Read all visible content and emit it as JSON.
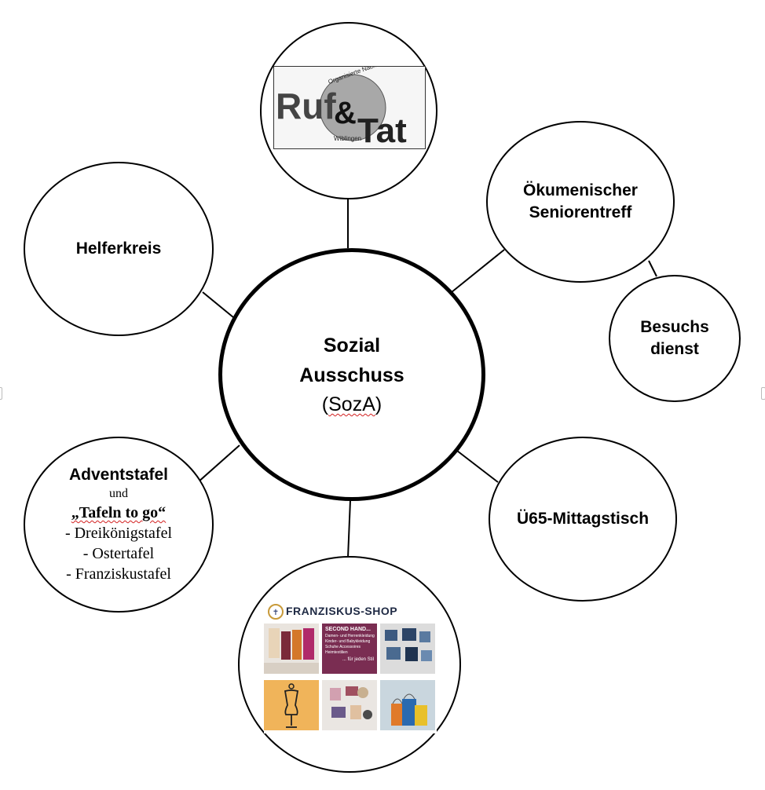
{
  "center": {
    "line1": "Sozial",
    "line2": "Ausschuss",
    "abbr": "(SozA)"
  },
  "nodes": {
    "ruf_tat": {
      "logo_main": "Ruf",
      "logo_amp": "&",
      "logo_tat": "Tat",
      "logo_arc": "Organisierte Nachbarschaftshilfe",
      "logo_place": "Wiblingen"
    },
    "senioren": {
      "line1": "Ökumenischer",
      "line2": "Seniorentreff"
    },
    "besuch": {
      "line1": "Besuchs",
      "line2": "dienst"
    },
    "helferkreis": {
      "label": "Helferkreis"
    },
    "mittag": {
      "label": "Ü65-Mittagstisch"
    },
    "advent": {
      "title": "Adventstafel",
      "und": "und",
      "tafeln": "„Tafeln to go“",
      "item1": "- Dreikönigstafel",
      "item2": "- Ostertafel",
      "item3": "- Franziskustafel"
    },
    "shop": {
      "title": "FRANZISKUS-SHOP",
      "panel_head": "SECOND HAND...",
      "panel_text": "Damen- und Herrenkleidung Kinder- und Babykleidung Schuhe Accessoires Heimtextilien",
      "panel_foot": "... für jeden Stil"
    }
  },
  "colors": {
    "stroke": "#000000",
    "shop_panel": "#7a2d52",
    "shop_mannequin_bg": "#f0b45a",
    "spellcheck": "#d32020"
  }
}
